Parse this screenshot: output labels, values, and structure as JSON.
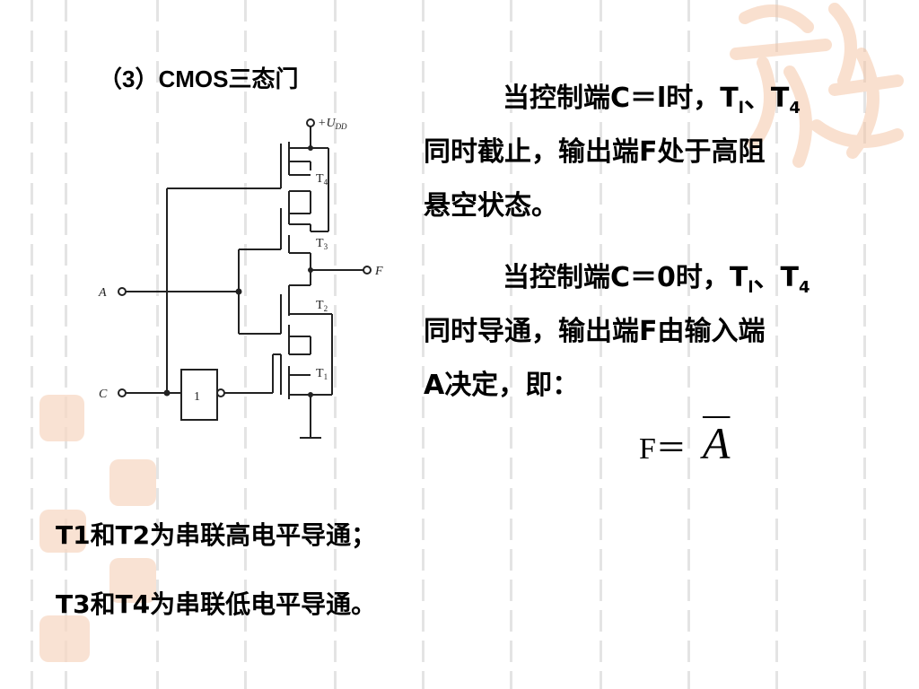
{
  "title": "（3）CMOS三态门",
  "paragraph1": {
    "line1": "当控制端C＝l时，T",
    "line1_sub1": "l",
    "line1_mid": "、T",
    "line1_sub2": "4",
    "line2": "同时截止，输出端F处于高阻",
    "line3": "悬空状态。"
  },
  "paragraph2": {
    "line1": "当控制端C＝0时，T",
    "line1_sub1": "l",
    "line1_mid": "、T",
    "line1_sub2": "4",
    "line2": "同时导通，输出端F由输入端",
    "line3": "A决定，即："
  },
  "formula": {
    "lhs": "F＝",
    "rhs": "A"
  },
  "notes": [
    "T1和T2为串联高电平导通；",
    "T3和T4为串联低电平导通。"
  ],
  "circuit": {
    "vdd_label": "+U",
    "vdd_sub": "DD",
    "input_a": "A",
    "input_c": "C",
    "output_f": "F",
    "inverter_label": "1",
    "transistors": [
      "T",
      "T",
      "T",
      "T"
    ],
    "transistor_subs": [
      "4",
      "3",
      "2",
      "1"
    ]
  },
  "colors": {
    "deco": "#f7d8c4",
    "lines": "#e4e4e4"
  }
}
